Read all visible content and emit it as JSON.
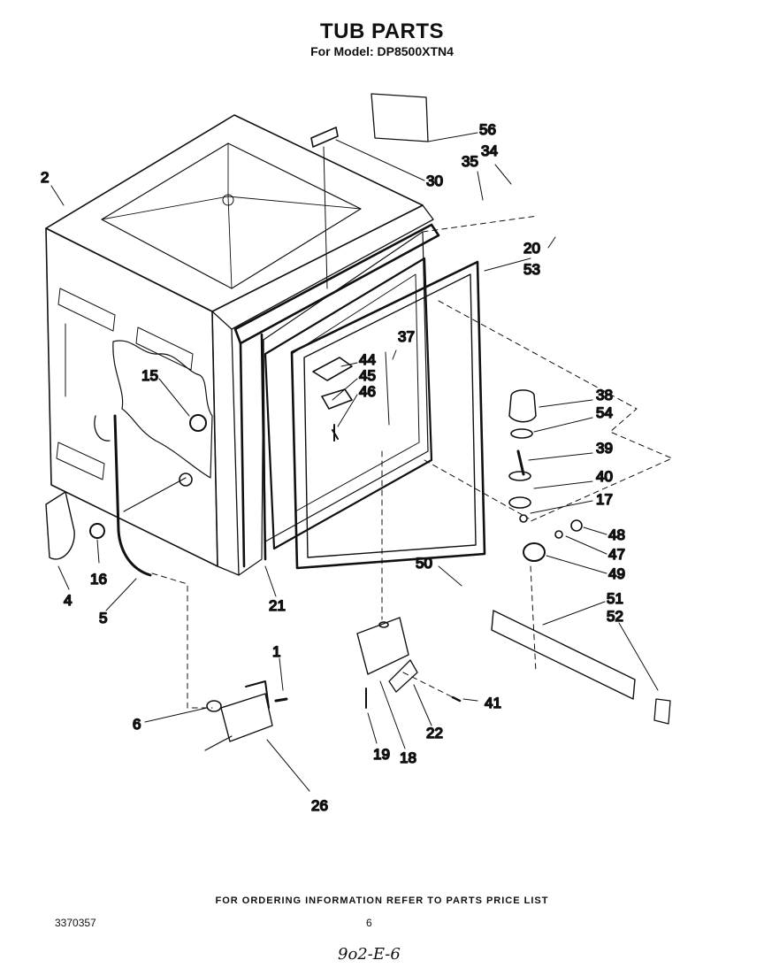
{
  "header": {
    "title": "TUB PARTS",
    "subtitle": "For Model: DP8500XTN4"
  },
  "callouts": {
    "p1": "1",
    "p2": "2",
    "p4": "4",
    "p5": "5",
    "p6": "6",
    "p15": "15",
    "p16": "16",
    "p17": "17",
    "p18": "18",
    "p19": "19",
    "p20": "20",
    "p21": "21",
    "p22": "22",
    "p26": "26",
    "p30": "30",
    "p34": "34",
    "p35": "35",
    "p37": "37",
    "p38": "38",
    "p39": "39",
    "p40": "40",
    "p41": "41",
    "p44": "44",
    "p45": "45",
    "p46": "46",
    "p47": "47",
    "p48": "48",
    "p49": "49",
    "p50": "50",
    "p51": "51",
    "p52": "52",
    "p53": "53",
    "p54": "54",
    "p56": "56"
  },
  "footer": {
    "ordering_note": "FOR ORDERING INFORMATION REFER TO PARTS PRICE LIST",
    "doc_number": "3370357",
    "page_number": "6",
    "handwritten": "9o2-E-6"
  }
}
